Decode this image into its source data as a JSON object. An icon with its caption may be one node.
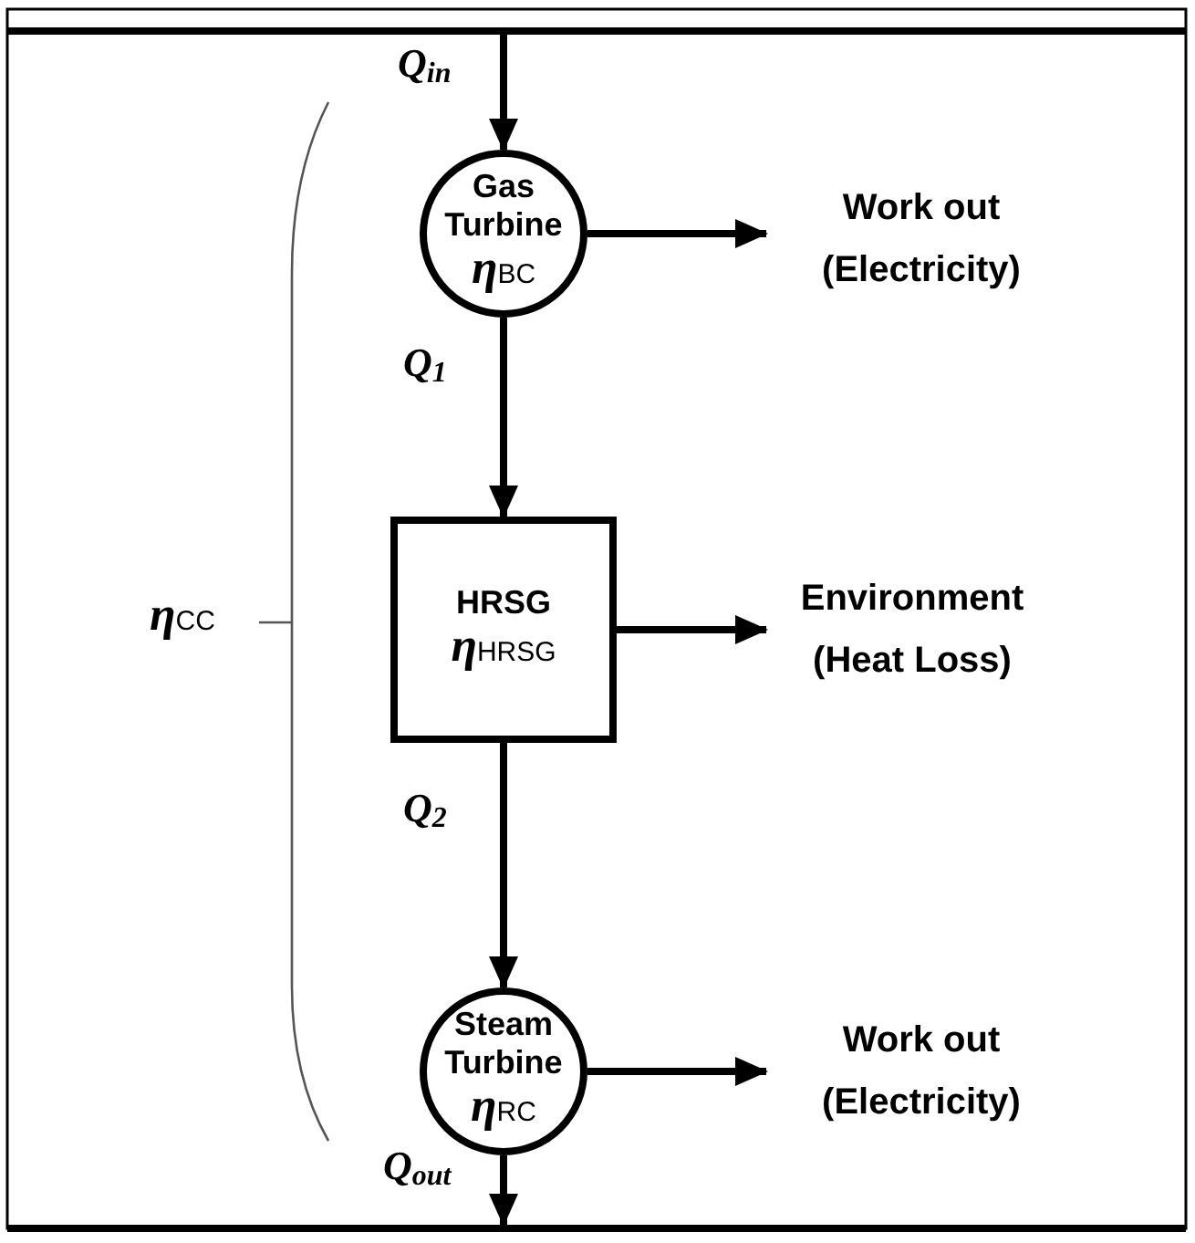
{
  "diagram": {
    "nodes": [
      {
        "text": [
          "Gas Turbine",
          "η$_{BC}$"
        ]
      },
      {
        "text": [
          "Work out (Electricity)"
        ]
      },
      {
        "text": [
          "HRSG",
          "η$_{HRSG}$"
        ]
      },
      {
        "text": [
          "Environment (Heat Loss)"
        ]
      },
      {
        "text": [
          "Steam Turbine",
          "η$_{RC}$"
        ]
      },
      {
        "text": [
          "Work out (Electricity)"
        ]
      }
    ],
    "edges": [
      {
        "from": null,
        "to": 0,
        "arrow": "to",
        "label": "Q$_{in}$"
      },
      {
        "from": 0,
        "to": 1,
        "arrow": "to"
      },
      {
        "from": 0,
        "to": 2,
        "arrow": "to",
        "label": "Q$_{1}$"
      },
      {
        "from": 2,
        "to": 3,
        "arrow": "to"
      },
      {
        "from": 2,
        "to": 4,
        "arrow": "to",
        "label": "Q$_{2}$"
      },
      {
        "from": 4,
        "to": 5,
        "arrow": "to"
      },
      {
        "from": 4,
        "to": null,
        "arrow": "to",
        "label": "Q$_{out}$"
      }
    ],
    "labels": [
      "η$_{CC}$"
    ]
  }
}
